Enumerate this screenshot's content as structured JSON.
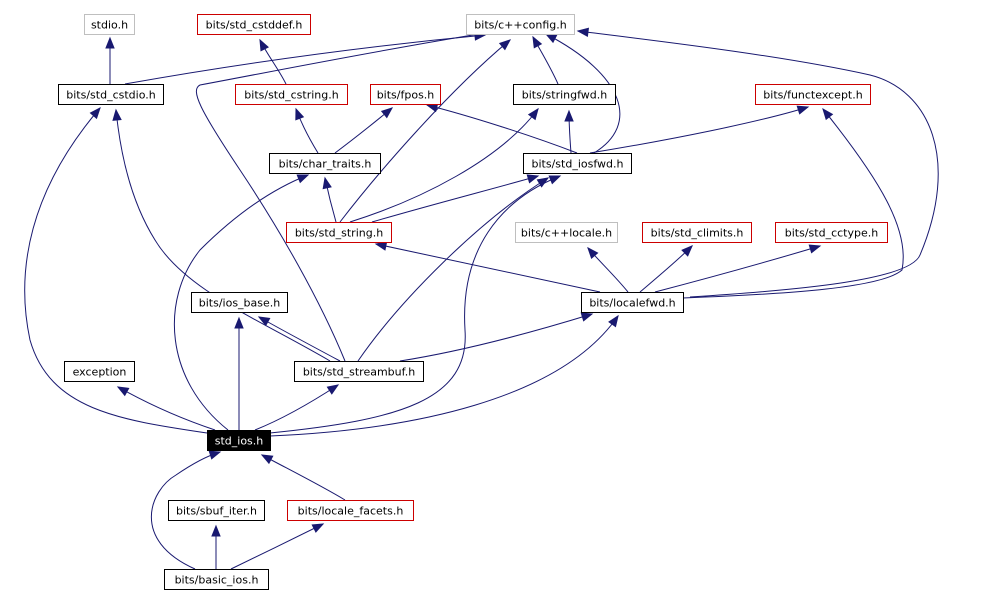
{
  "colors": {
    "edge": "#191970",
    "border_black": "#000000",
    "border_red": "#cc0000",
    "border_gray": "#bfbfbf",
    "highlight_fill": "#000000",
    "highlight_text": "#ffffff",
    "text": "#000000"
  },
  "nodes": [
    {
      "id": "stdio",
      "label": "stdio.h",
      "style": "gray"
    },
    {
      "id": "std_cstddef",
      "label": "bits/std_cstddef.h",
      "style": "red"
    },
    {
      "id": "cxxconfig",
      "label": "bits/c++config.h",
      "style": "gray"
    },
    {
      "id": "std_cstdio",
      "label": "bits/std_cstdio.h",
      "style": "black"
    },
    {
      "id": "std_cstring",
      "label": "bits/std_cstring.h",
      "style": "red"
    },
    {
      "id": "fpos",
      "label": "bits/fpos.h",
      "style": "red"
    },
    {
      "id": "stringfwd",
      "label": "bits/stringfwd.h",
      "style": "black"
    },
    {
      "id": "functexcept",
      "label": "bits/functexcept.h",
      "style": "red"
    },
    {
      "id": "char_traits",
      "label": "bits/char_traits.h",
      "style": "black"
    },
    {
      "id": "std_iosfwd",
      "label": "bits/std_iosfwd.h",
      "style": "black"
    },
    {
      "id": "std_string",
      "label": "bits/std_string.h",
      "style": "red"
    },
    {
      "id": "cxxlocale",
      "label": "bits/c++locale.h",
      "style": "gray"
    },
    {
      "id": "std_climits",
      "label": "bits/std_climits.h",
      "style": "red"
    },
    {
      "id": "std_cctype",
      "label": "bits/std_cctype.h",
      "style": "red"
    },
    {
      "id": "localefwd",
      "label": "bits/localefwd.h",
      "style": "black"
    },
    {
      "id": "ios_base",
      "label": "bits/ios_base.h",
      "style": "black"
    },
    {
      "id": "exception",
      "label": "exception",
      "style": "black"
    },
    {
      "id": "std_streambuf",
      "label": "bits/std_streambuf.h",
      "style": "black"
    },
    {
      "id": "std_ios",
      "label": "std_ios.h",
      "style": "highlight"
    },
    {
      "id": "sbuf_iter",
      "label": "bits/sbuf_iter.h",
      "style": "black"
    },
    {
      "id": "locale_facets",
      "label": "bits/locale_facets.h",
      "style": "red"
    },
    {
      "id": "basic_ios",
      "label": "bits/basic_ios.h",
      "style": "black"
    }
  ],
  "edges": [
    {
      "from": "std_cstdio",
      "to": "stdio"
    },
    {
      "from": "std_cstdio",
      "to": "cxxconfig"
    },
    {
      "from": "std_cstring",
      "to": "std_cstddef"
    },
    {
      "from": "stringfwd",
      "to": "cxxconfig"
    },
    {
      "from": "char_traits",
      "to": "std_cstring"
    },
    {
      "from": "char_traits",
      "to": "fpos"
    },
    {
      "from": "std_iosfwd",
      "to": "fpos"
    },
    {
      "from": "std_iosfwd",
      "to": "stringfwd"
    },
    {
      "from": "std_iosfwd",
      "to": "functexcept"
    },
    {
      "from": "std_iosfwd",
      "to": "cxxconfig"
    },
    {
      "from": "std_string",
      "to": "char_traits"
    },
    {
      "from": "std_string",
      "to": "stringfwd"
    },
    {
      "from": "std_string",
      "to": "std_iosfwd"
    },
    {
      "from": "std_string",
      "to": "cxxconfig"
    },
    {
      "from": "localefwd",
      "to": "cxxlocale"
    },
    {
      "from": "localefwd",
      "to": "std_climits"
    },
    {
      "from": "localefwd",
      "to": "std_cctype"
    },
    {
      "from": "localefwd",
      "to": "std_string"
    },
    {
      "from": "localefwd",
      "to": "functexcept"
    },
    {
      "from": "localefwd",
      "to": "cxxconfig"
    },
    {
      "from": "std_streambuf",
      "to": "ios_base"
    },
    {
      "from": "std_streambuf",
      "to": "std_iosfwd"
    },
    {
      "from": "std_streambuf",
      "to": "localefwd"
    },
    {
      "from": "std_streambuf",
      "to": "std_cstdio"
    },
    {
      "from": "std_streambuf",
      "to": "cxxconfig"
    },
    {
      "from": "std_ios",
      "to": "exception"
    },
    {
      "from": "std_ios",
      "to": "ios_base"
    },
    {
      "from": "std_ios",
      "to": "std_streambuf"
    },
    {
      "from": "std_ios",
      "to": "char_traits"
    },
    {
      "from": "std_ios",
      "to": "std_cstdio"
    },
    {
      "from": "std_ios",
      "to": "std_iosfwd"
    },
    {
      "from": "std_ios",
      "to": "localefwd"
    },
    {
      "from": "basic_ios",
      "to": "sbuf_iter"
    },
    {
      "from": "basic_ios",
      "to": "locale_facets"
    },
    {
      "from": "basic_ios",
      "to": "std_ios"
    },
    {
      "from": "locale_facets",
      "to": "std_ios"
    }
  ]
}
